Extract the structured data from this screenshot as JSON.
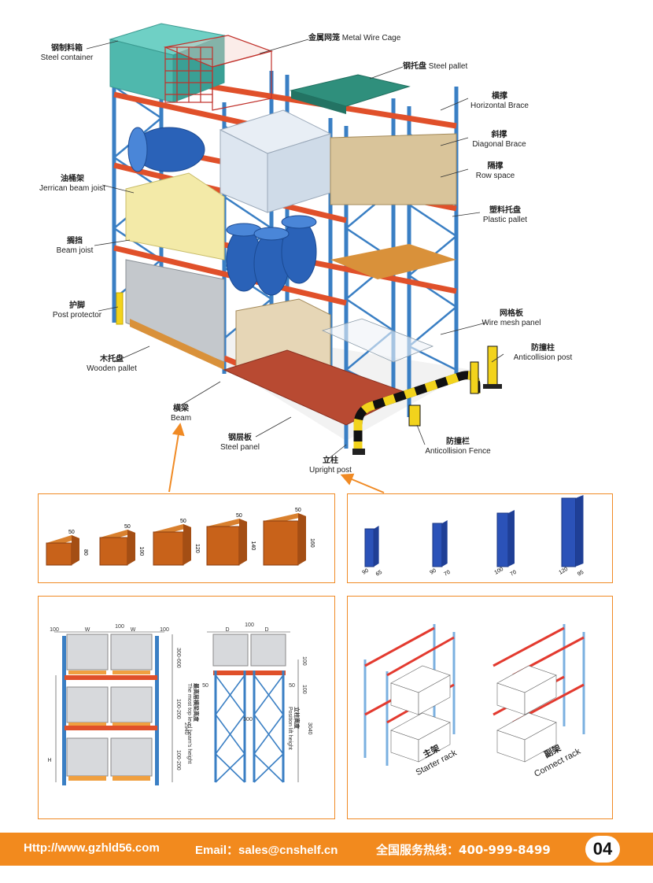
{
  "labels": [
    {
      "id": "steel-container",
      "zh": "钢制料箱",
      "en": "Steel container"
    },
    {
      "id": "metal-wire-cage",
      "zh": "金属网笼",
      "en": "Metal Wire Cage"
    },
    {
      "id": "steel-pallet",
      "zh": "钢托盘",
      "en": "Steel pallet"
    },
    {
      "id": "horizontal-brace",
      "zh": "横撑",
      "en": "Horizontal Brace"
    },
    {
      "id": "diagonal-brace",
      "zh": "斜撑",
      "en": "Diagonal Brace"
    },
    {
      "id": "row-space",
      "zh": "隔撑",
      "en": "Row space"
    },
    {
      "id": "plastic-pallet",
      "zh": "塑料托盘",
      "en": "Plastic pallet"
    },
    {
      "id": "jerrican-beam-joist",
      "zh": "油桶架",
      "en": "Jerrican beam joist"
    },
    {
      "id": "beam-joist",
      "zh": "搁挡",
      "en": "Beam joist"
    },
    {
      "id": "post-protector",
      "zh": "护脚",
      "en": "Post protector"
    },
    {
      "id": "wire-mesh-panel",
      "zh": "网格板",
      "en": "Wire mesh panel"
    },
    {
      "id": "wooden-pallet",
      "zh": "木托盘",
      "en": "Wooden pallet"
    },
    {
      "id": "anticollision-post",
      "zh": "防撞柱",
      "en": "Anticollision post"
    },
    {
      "id": "beam",
      "zh": "横梁",
      "en": "Beam"
    },
    {
      "id": "steel-panel",
      "zh": "钢层板",
      "en": "Steel panel"
    },
    {
      "id": "anticollision-fence",
      "zh": "防撞栏",
      "en": "Anticollision Fence"
    },
    {
      "id": "upright-post",
      "zh": "立柱",
      "en": "Upright post"
    }
  ],
  "beams": {
    "width_label": "50",
    "heights": [
      "80",
      "100",
      "120",
      "140",
      "160"
    ]
  },
  "uprights": [
    {
      "w": "90",
      "d": "65"
    },
    {
      "w": "90",
      "d": "70"
    },
    {
      "w": "100",
      "d": "70"
    },
    {
      "w": "120",
      "d": "95"
    }
  ],
  "drawing_front": {
    "dims_top": [
      "100",
      "W",
      "100",
      "W",
      "100"
    ],
    "right_dims": [
      "300-600",
      "100-200",
      "100-200"
    ],
    "total": "2940",
    "left_dim": "H",
    "vertical_note_zh": "最高层横梁高度",
    "vertical_note_en": "The most top level beam's height"
  },
  "drawing_side": {
    "dims_top": [
      "D",
      "100",
      "D"
    ],
    "side_left": "50",
    "side_right": "50",
    "center": "300",
    "top_right": "100",
    "right": "100",
    "total": "3040",
    "vertical_note_zh": "立柱高度",
    "vertical_note_en": "Position lift height"
  },
  "racks": [
    {
      "zh": "主架",
      "en": "Starter rack"
    },
    {
      "zh": "副架",
      "en": "Connect rack"
    }
  ],
  "footer": {
    "website": "Http://www.gzhld56.com",
    "email": "Email：sales@cnshelf.cn",
    "hotline": "全国服务热线：400-999-8499",
    "page": "04"
  },
  "colors": {
    "accent": "#f28a1e",
    "upright": "#3a7fc4",
    "beam": "#e0502a",
    "rack_red": "#e33a2f"
  }
}
